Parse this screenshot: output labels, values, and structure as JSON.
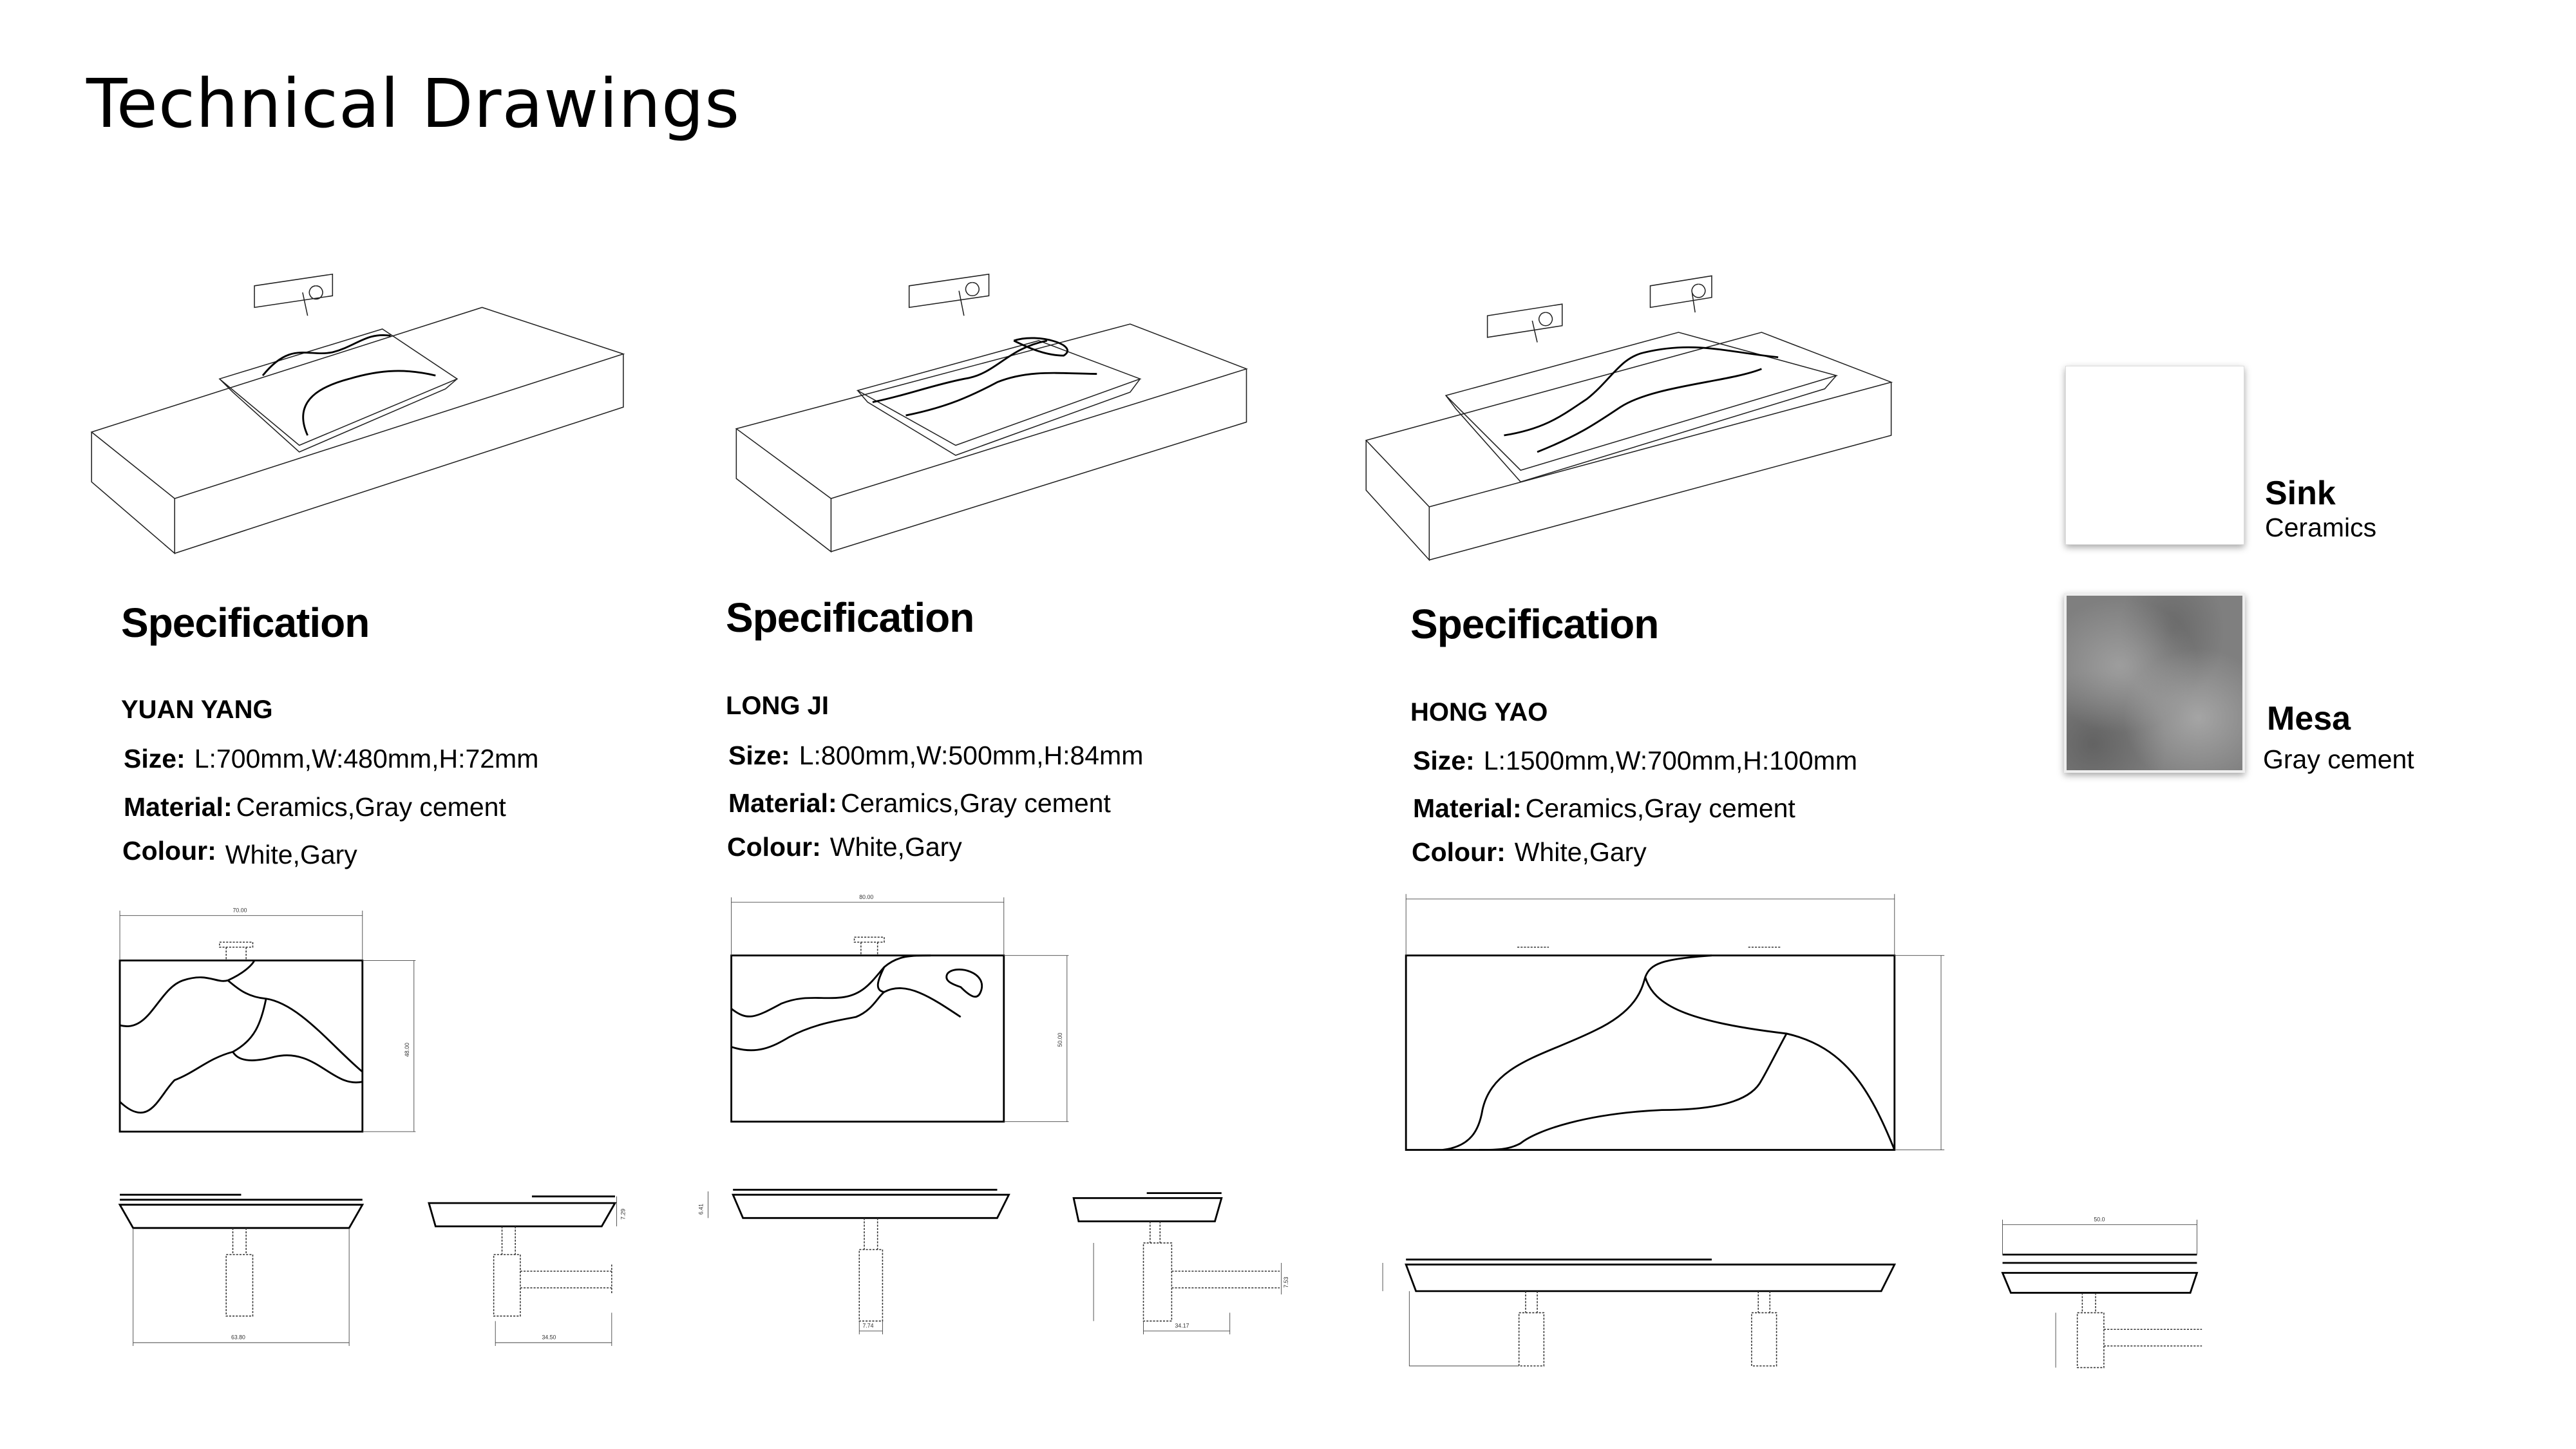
{
  "page": {
    "title": "Technical Drawings"
  },
  "specs": [
    {
      "heading": "Specification",
      "name": "YUAN YANG",
      "size_label": "Size:",
      "size": "L:700mm,W:480mm,H:72mm",
      "material_label": "Material:",
      "material": "Ceramics,Gray cement",
      "colour_label": "Colour:",
      "colour": "White,Gary"
    },
    {
      "heading": "Specification",
      "name": "LONG JI",
      "size_label": "Size:",
      "size": "L:800mm,W:500mm,H:84mm",
      "material_label": "Material:",
      "material": "Ceramics,Gray cement",
      "colour_label": "Colour:",
      "colour": "White,Gary"
    },
    {
      "heading": "Specification",
      "name": "HONG YAO",
      "size_label": "Size:",
      "size": "L:1500mm,W:700mm,H:100mm",
      "material_label": "Material:",
      "material": "Ceramics,Gray cement",
      "colour_label": "Colour:",
      "colour": "White,Gary"
    }
  ],
  "materials": [
    {
      "name": "Sink",
      "desc": "Ceramics",
      "swatch_color": "#ffffff"
    },
    {
      "name": "Mesa",
      "desc": "Gray cement",
      "swatch_color": "#7f7f7f"
    }
  ],
  "dimensions": {
    "yy_length": "70.00",
    "yy_width": "48.00",
    "yy_front_base": "63.80",
    "yy_side_drain": "34.50",
    "yy_side_height": "7.29",
    "lj_length": "80.00",
    "lj_width": "50.00",
    "lj_front_height": "6.41",
    "lj_drain": "7.74",
    "lj_side_drain": "34.17",
    "lj_side_pipe": "7.53",
    "hy_side_width": "50.0"
  }
}
